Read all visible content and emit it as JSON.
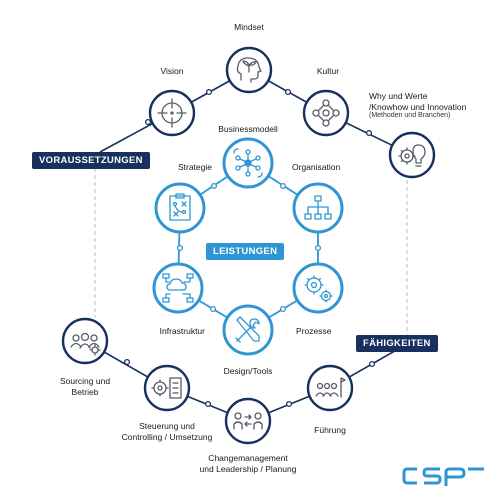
{
  "banners": {
    "voraussetzungen": "VORAUSSETZUNGEN",
    "leistungen": "LEISTUNGEN",
    "faehigkeiten": "FÄHIGKEITEN"
  },
  "outer_nodes": [
    {
      "label": "Mindset",
      "icon": "head-sprout-icon"
    },
    {
      "label": "Vision",
      "icon": "crosshair-target-icon"
    },
    {
      "label": "Kultur",
      "icon": "people-network-icon"
    },
    {
      "label": "Why und Werte\n/Knowhow und Innovation",
      "sub": "(Methoden und Branchen)",
      "icon": "gear-lightbulb-icon"
    },
    {
      "label": "Sourcing und\nBetrieb",
      "icon": "team-gear-icon"
    },
    {
      "label": "Steuerung und\nControlling / Umsetzung",
      "icon": "gears-checklist-icon"
    },
    {
      "label": "Changemanagement\nund Leadership / Planung",
      "icon": "people-arrows-icon"
    },
    {
      "label": "Führung",
      "icon": "team-flag-icon"
    }
  ],
  "inner_nodes": [
    {
      "label": "Businessmodell",
      "icon": "network-hub-icon"
    },
    {
      "label": "Strategie",
      "icon": "strategy-board-icon"
    },
    {
      "label": "Organisation",
      "icon": "org-chart-icon"
    },
    {
      "label": "Prozesse",
      "icon": "gears-icon"
    },
    {
      "label": "Design/Tools",
      "icon": "tools-icon"
    },
    {
      "label": "Infrastruktur",
      "icon": "cloud-network-icon"
    }
  ],
  "logo_text": "CSP",
  "colors": {
    "dark_blue": "#17305e",
    "light_blue": "#2f96d3",
    "connector": "#c8c8c8"
  }
}
